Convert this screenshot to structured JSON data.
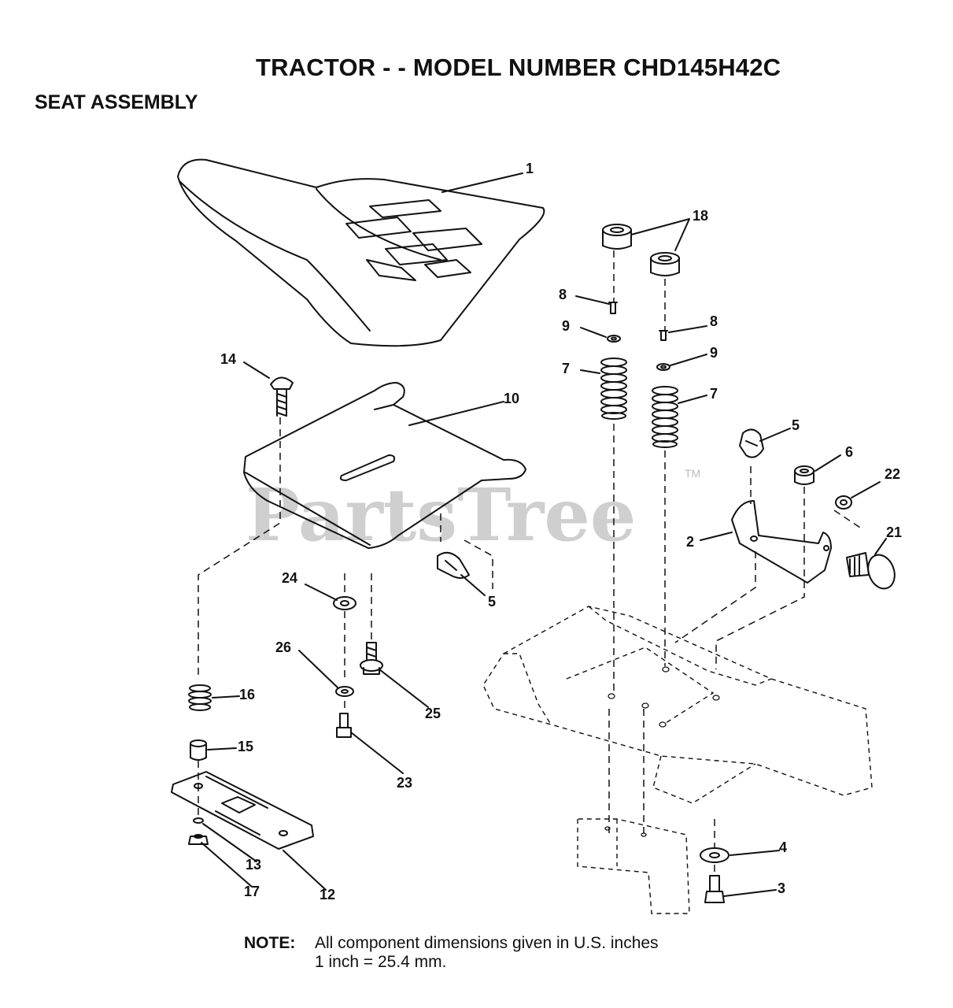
{
  "header": {
    "title": "TRACTOR - - MODEL NUMBER CHD145H42C",
    "subtitle": "SEAT ASSEMBLY"
  },
  "watermark": {
    "text": "PartsTree",
    "trademark": "TM"
  },
  "callouts": {
    "c1": "1",
    "c2": "2",
    "c3": "3",
    "c4": "4",
    "c5a": "5",
    "c5b": "5",
    "c6": "6",
    "c7a": "7",
    "c7b": "7",
    "c8a": "8",
    "c8b": "8",
    "c9a": "9",
    "c9b": "9",
    "c10": "10",
    "c12": "12",
    "c13": "13",
    "c14": "14",
    "c15": "15",
    "c16": "16",
    "c17": "17",
    "c18": "18",
    "c21": "21",
    "c22": "22",
    "c23": "23",
    "c24": "24",
    "c25": "25",
    "c26": "26"
  },
  "note": {
    "label": "NOTE:",
    "line1": "All component dimensions given in U.S. inches",
    "line2": "1 inch = 25.4 mm."
  },
  "colors": {
    "ink": "#111111",
    "watermark": "#cfcfcf"
  }
}
